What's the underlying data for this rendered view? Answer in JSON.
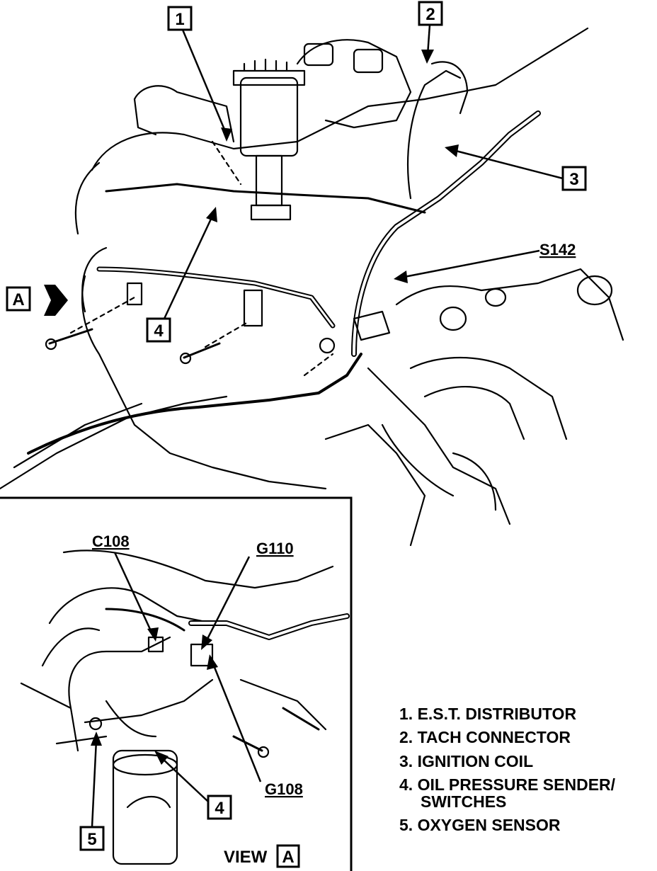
{
  "callouts": {
    "c1": "1",
    "c2": "2",
    "c3": "3",
    "c4": "4",
    "inset_4": "4",
    "inset_5": "5",
    "view_a": "A"
  },
  "labels": {
    "s142": "S142",
    "c108": "C108",
    "g110": "G110",
    "g108": "G108",
    "view_word": "VIEW"
  },
  "legend": [
    "1. E.S.T. DISTRIBUTOR",
    "2. TACH CONNECTOR",
    "3. IGNITION COIL",
    "4. OIL PRESSURE SENDER/",
    "SWITCHES",
    "5. OXYGEN SENSOR"
  ],
  "icons": {
    "view_arrow": "view-a-arrow-icon"
  }
}
